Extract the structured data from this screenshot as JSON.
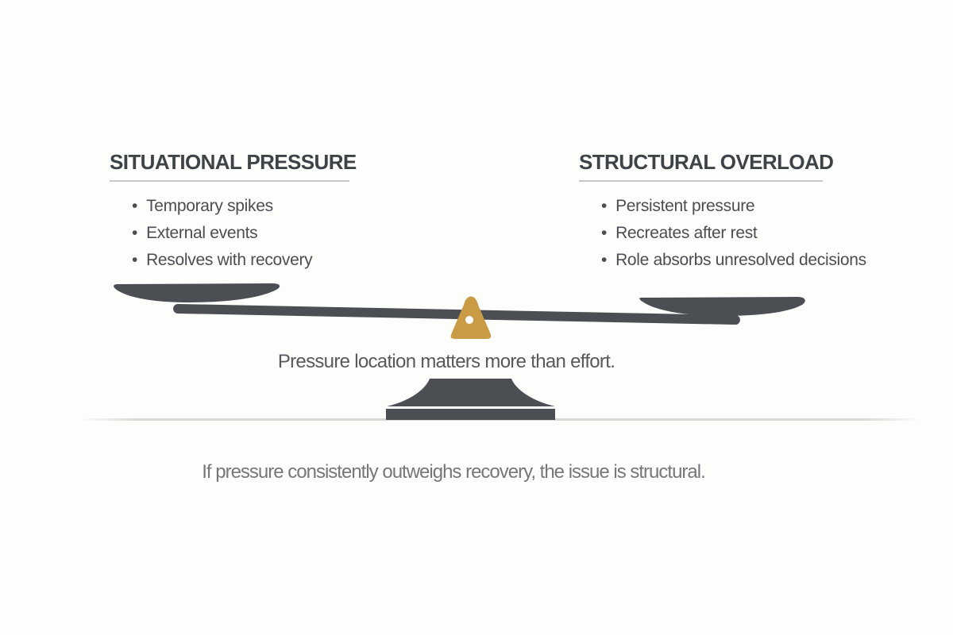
{
  "page": {
    "background": "#fdfdfb"
  },
  "columns": {
    "bullet_glyph": "•",
    "left": {
      "title": "SITUATIONAL PRESSURE",
      "bullets": [
        "Temporary spikes",
        "External events",
        "Resolves with recovery"
      ]
    },
    "right": {
      "title": "STRUCTURAL OVERLOAD",
      "bullets": [
        "Persistent pressure",
        "Recreates after rest",
        "Role absorbs unresolved decisions"
      ]
    }
  },
  "scale": {
    "caption": "Pressure location matters more than effort.",
    "colors": {
      "metal": "#4b4f53",
      "fulcrum": "#ca9b45",
      "hole": "#ffffff",
      "ground": "#d8d8d4"
    }
  },
  "footer": {
    "caption": "If pressure consistently outweighs recovery, the issue is structural."
  }
}
